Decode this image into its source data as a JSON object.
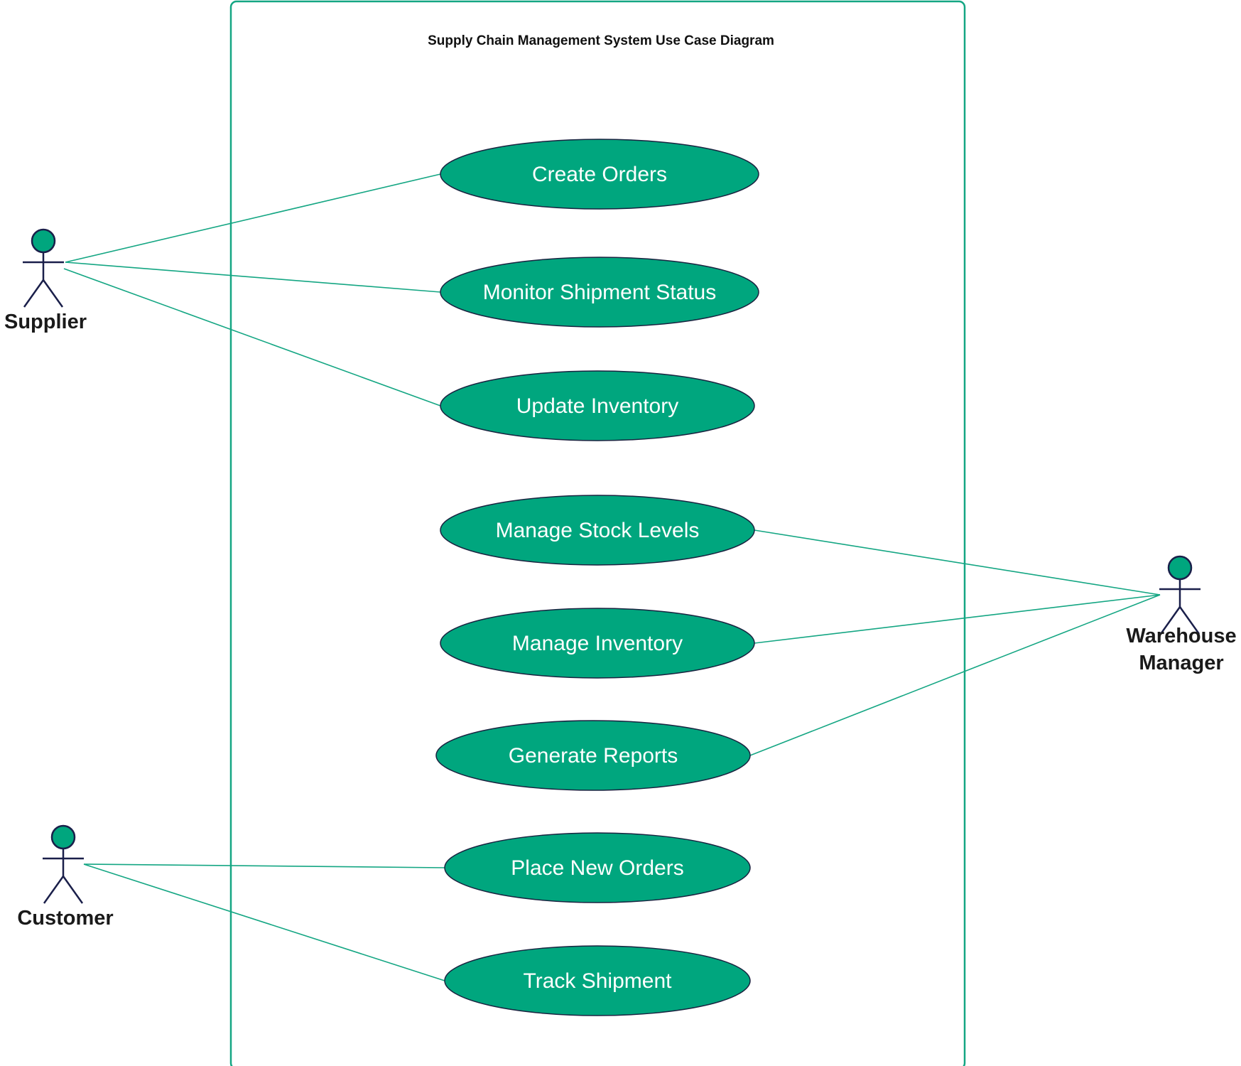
{
  "title": "Supply Chain Management System Use Case Diagram",
  "colors": {
    "usecase_fill": "#00a67e",
    "usecase_stroke": "#1a2340",
    "usecase_text": "#ffffff",
    "line": "#14a683",
    "boundary": "#14a683",
    "actor_stroke": "#1a1f4a",
    "actor_head": "#00a67e"
  },
  "actors": [
    {
      "id": "supplier",
      "name_lines": [
        "Supplier"
      ]
    },
    {
      "id": "warehouse-manager",
      "name_lines": [
        "Warehouse",
        "Manager"
      ]
    },
    {
      "id": "customer",
      "name_lines": [
        "Customer"
      ]
    }
  ],
  "use_cases": [
    {
      "id": "create-orders",
      "label": "Create Orders"
    },
    {
      "id": "monitor-shipment-status",
      "label": "Monitor Shipment Status"
    },
    {
      "id": "update-inventory",
      "label": "Update Inventory"
    },
    {
      "id": "manage-stock-levels",
      "label": "Manage Stock Levels"
    },
    {
      "id": "manage-inventory",
      "label": "Manage Inventory"
    },
    {
      "id": "generate-reports",
      "label": "Generate Reports"
    },
    {
      "id": "place-new-orders",
      "label": "Place New Orders"
    },
    {
      "id": "track-shipment",
      "label": "Track Shipment"
    }
  ],
  "associations": [
    {
      "actor": "supplier",
      "use_case": "create-orders"
    },
    {
      "actor": "supplier",
      "use_case": "monitor-shipment-status"
    },
    {
      "actor": "supplier",
      "use_case": "update-inventory"
    },
    {
      "actor": "warehouse-manager",
      "use_case": "manage-stock-levels"
    },
    {
      "actor": "warehouse-manager",
      "use_case": "manage-inventory"
    },
    {
      "actor": "warehouse-manager",
      "use_case": "generate-reports"
    },
    {
      "actor": "customer",
      "use_case": "place-new-orders"
    },
    {
      "actor": "customer",
      "use_case": "track-shipment"
    }
  ]
}
